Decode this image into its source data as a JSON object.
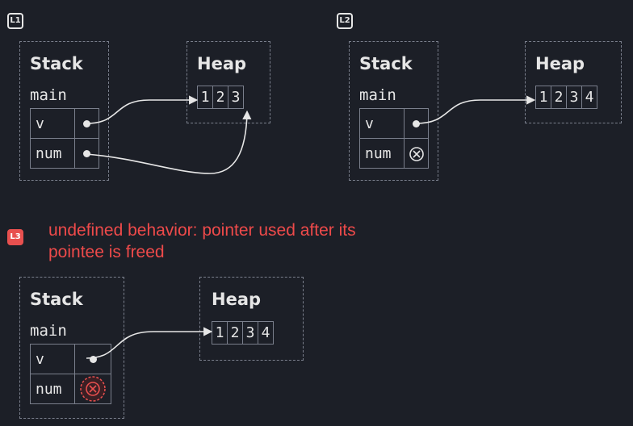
{
  "diagrams": [
    {
      "label": "L1",
      "error": "",
      "stack_title": "Stack",
      "frame_name": "main",
      "heap_title": "Heap",
      "vars": [
        {
          "name": "v",
          "value": "pointer"
        },
        {
          "name": "num",
          "value": "pointer"
        }
      ],
      "heap": [
        "1",
        "2",
        "3"
      ]
    },
    {
      "label": "L2",
      "error": "",
      "stack_title": "Stack",
      "frame_name": "main",
      "heap_title": "Heap",
      "vars": [
        {
          "name": "v",
          "value": "pointer"
        },
        {
          "name": "num",
          "value": "freed"
        }
      ],
      "heap": [
        "1",
        "2",
        "3",
        "4"
      ]
    },
    {
      "label": "L3",
      "error": "undefined behavior: pointer used after its pointee is freed",
      "stack_title": "Stack",
      "frame_name": "main",
      "heap_title": "Heap",
      "vars": [
        {
          "name": "v",
          "value": "pointer"
        },
        {
          "name": "num",
          "value": "freed-error"
        }
      ],
      "heap": [
        "1",
        "2",
        "3",
        "4"
      ]
    }
  ],
  "colors": {
    "background": "#1c1f27",
    "foreground": "#e6e6e6",
    "border": "#7a7f8c",
    "error": "#e8504f"
  },
  "icons": {
    "pointer": "dot-icon",
    "freed": "circled-x-icon"
  }
}
